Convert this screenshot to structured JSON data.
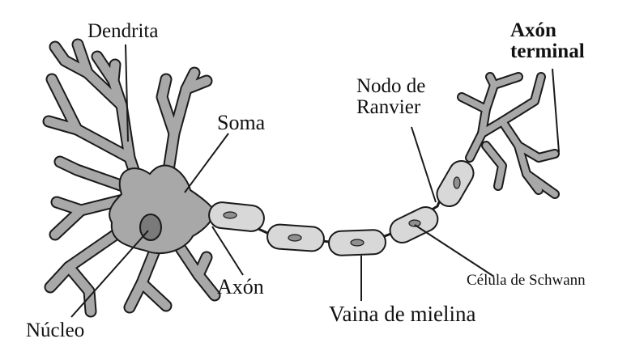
{
  "labels": {
    "dendrita": "Dendrita",
    "soma": "Soma",
    "nucleo": "Núcleo",
    "axon": "Axón",
    "vaina": "Vaina de mielina",
    "schwann": "Célula de Schwann",
    "nodo": [
      "Nodo de",
      "Ranvier"
    ],
    "axon_terminal": [
      "Axón",
      "terminal"
    ]
  },
  "colors": {
    "cell_fill": "#a8a8a8",
    "sheath_fill": "#d8d8d8",
    "nucleus_fill": "#7a7a7a",
    "outline": "#1a1a1a"
  }
}
